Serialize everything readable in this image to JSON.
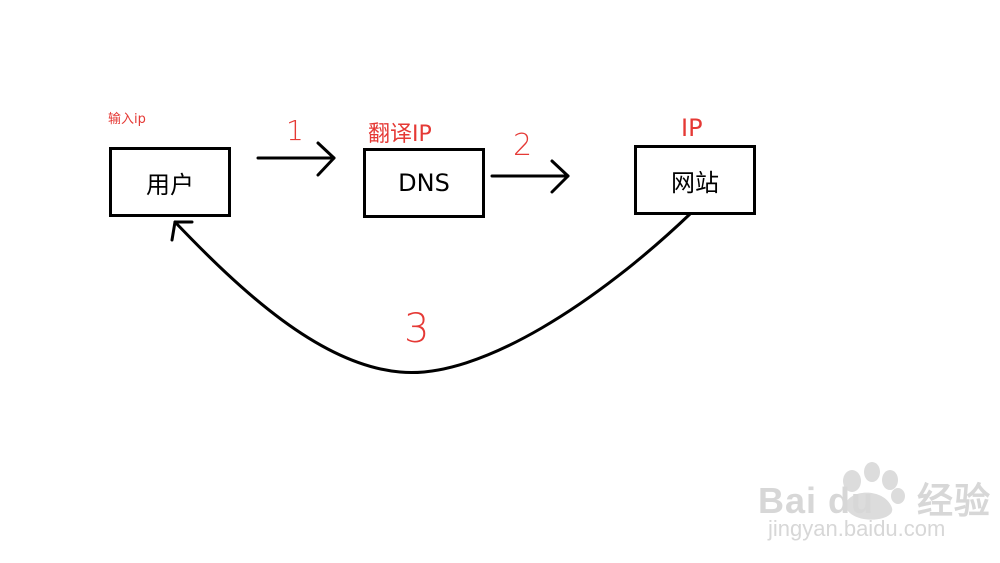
{
  "nodes": {
    "user": {
      "label": "用户",
      "annotation": "输入ip"
    },
    "dns": {
      "label": "DNS",
      "annotation": "翻译IP"
    },
    "website": {
      "label": "网站",
      "annotation": "IP"
    }
  },
  "steps": [
    "1",
    "2",
    "3"
  ],
  "watermark": {
    "brand": "Bai du",
    "brand_cn": "经验",
    "url": "jingyan.baidu.com"
  },
  "colors": {
    "accent": "#e53935",
    "stroke": "#000000",
    "watermark": "#d7d7d7"
  }
}
